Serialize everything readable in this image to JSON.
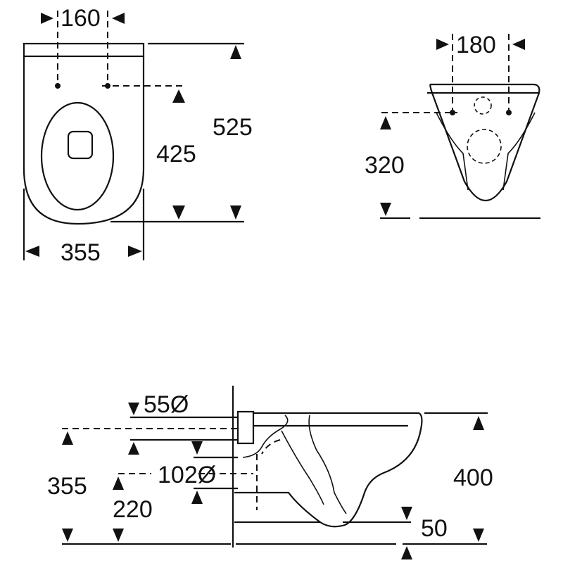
{
  "top_view": {
    "width_hole_spacing": "160",
    "overall_length": "525",
    "hole_to_front": "425",
    "overall_width": "355"
  },
  "front_view": {
    "hole_spacing": "180",
    "hole_height": "320"
  },
  "side_view": {
    "inlet_diameter": "55Ø",
    "outlet_diameter": "102Ø",
    "inlet_height": "355",
    "outlet_height": "220",
    "rim_height": "400",
    "bottom_clearance": "50"
  },
  "colors": {
    "line": "#111111",
    "background": "#ffffff"
  }
}
